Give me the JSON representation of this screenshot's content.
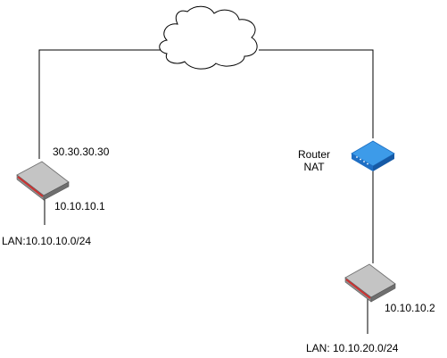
{
  "nodes": {
    "cloud": {
      "icon": "cloud-icon"
    },
    "left_firewall": {
      "icon": "firewall-device-icon",
      "wan_ip": "30.30.30.30",
      "lan_ip": "10.10.10.1",
      "lan_label": "LAN:10.10.10.0/24"
    },
    "nat_router": {
      "icon": "router-icon",
      "label_line1": "Router",
      "label_line2": "NAT"
    },
    "right_firewall": {
      "icon": "firewall-device-icon",
      "lan_ip": "10.10.10.2",
      "lan_label": "LAN: 10.10.20.0/24"
    }
  },
  "colors": {
    "line": "#000000",
    "device_body": "#8a8a8a",
    "device_top": "#b8b8b8",
    "device_accent": "#d0302f",
    "router_top": "#2f8fe0",
    "router_side": "#1b64b8"
  }
}
